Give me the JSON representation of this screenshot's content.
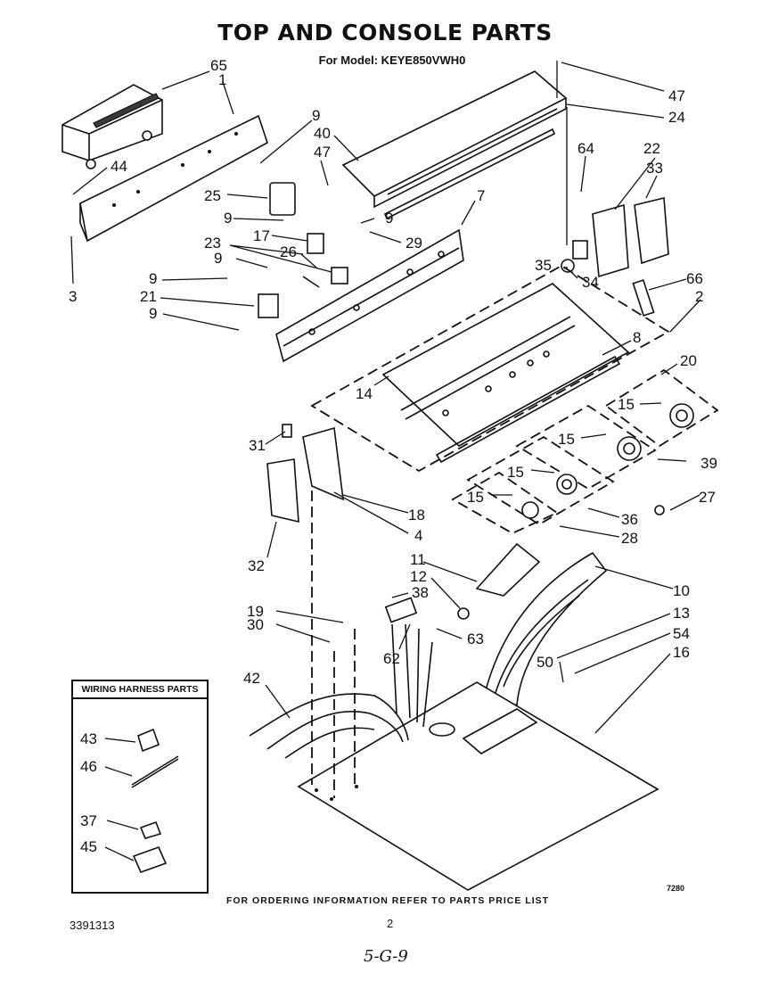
{
  "header": {
    "title": "TOP AND CONSOLE PARTS",
    "subtitle": "For Model: KEYE850VWH0"
  },
  "callouts": [
    "65",
    "1",
    "9",
    "40",
    "47",
    "44",
    "25",
    "9",
    "17",
    "23",
    "9",
    "26",
    "29",
    "9",
    "9",
    "21",
    "9",
    "3",
    "14",
    "31",
    "18",
    "4",
    "32",
    "7",
    "24",
    "47",
    "64",
    "22",
    "33",
    "35",
    "34",
    "66",
    "2",
    "8",
    "20",
    "15",
    "15",
    "39",
    "15",
    "27",
    "15",
    "36",
    "28",
    "11",
    "12",
    "38",
    "10",
    "19",
    "30",
    "63",
    "62",
    "13",
    "54",
    "50",
    "16",
    "42"
  ],
  "inset": {
    "title": "WIRING HARNESS PARTS",
    "callouts": [
      "43",
      "46",
      "37",
      "45"
    ]
  },
  "footer": {
    "ordering_note": "FOR ORDERING INFORMATION REFER TO PARTS PRICE LIST",
    "document_number": "3391313",
    "page_number": "2",
    "diagram_id": "7280",
    "handwritten_note": "5-G-9"
  }
}
